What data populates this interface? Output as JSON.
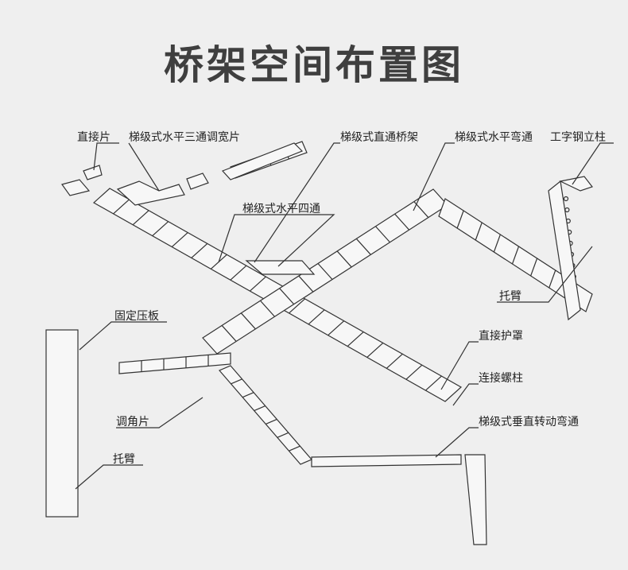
{
  "title": "桥架空间布置图",
  "labels": {
    "straight_connector": "直接片",
    "horizontal_tee_reducer": "梯级式水平三通调宽片",
    "straight_tray": "梯级式直通桥架",
    "horizontal_bend": "梯级式水平弯通",
    "i_beam_column": "工字钢立柱",
    "horizontal_cross": "梯级式水平四通",
    "bracket_right": "托臂",
    "fixing_clamp": "固定压板",
    "straight_cover": "直接护罩",
    "connecting_bolt": "连接螺柱",
    "angle_connector": "调角片",
    "vertical_bend": "梯级式垂直转动弯通",
    "bracket_left": "托臂"
  }
}
